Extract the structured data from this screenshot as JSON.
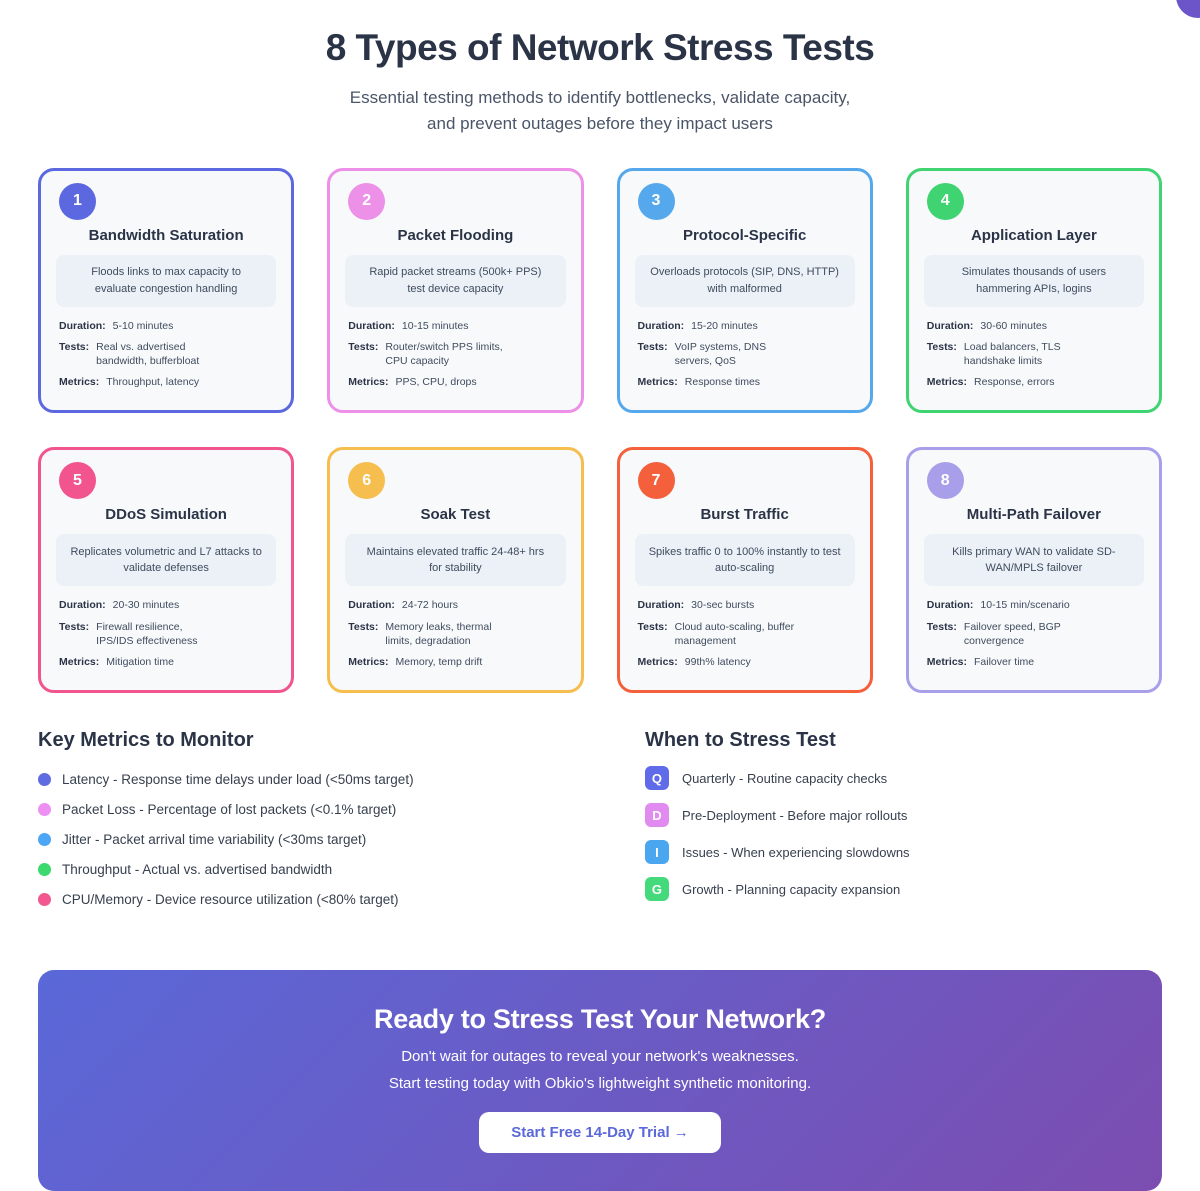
{
  "header": {
    "title": "8 Types of Network Stress Tests",
    "subtitle_line1": "Essential testing methods to identify bottlenecks, validate capacity,",
    "subtitle_line2": "and prevent outages before they impact users"
  },
  "labels": {
    "duration": "Duration:",
    "tests": "Tests:",
    "metrics": "Metrics:"
  },
  "cards": [
    {
      "number": "1",
      "color": "#5b68e0",
      "title": "Bandwidth Saturation",
      "description": "Floods links to max capacity to evaluate congestion handling",
      "duration": "5-10 minutes",
      "tests": "Real vs. advertised bandwidth, bufferbloat",
      "metrics": "Throughput, latency"
    },
    {
      "number": "2",
      "color": "#ec90e8",
      "title": "Packet Flooding",
      "description": "Rapid packet streams (500k+ PPS) test device capacity",
      "duration": "10-15 minutes",
      "tests": "Router/switch PPS limits, CPU capacity",
      "metrics": "PPS, CPU, drops"
    },
    {
      "number": "3",
      "color": "#55a8ec",
      "title": "Protocol-Specific",
      "description": "Overloads protocols (SIP, DNS, HTTP) with malformed",
      "duration": "15-20 minutes",
      "tests": "VoIP systems, DNS servers, QoS",
      "metrics": "Response times"
    },
    {
      "number": "4",
      "color": "#3fd471",
      "title": "Application Layer",
      "description": "Simulates thousands of users hammering APIs, logins",
      "duration": "30-60 minutes",
      "tests": "Load balancers, TLS handshake limits",
      "metrics": "Response, errors"
    },
    {
      "number": "5",
      "color": "#f2548d",
      "title": "DDoS Simulation",
      "description": "Replicates volumetric and L7 attacks to validate defenses",
      "duration": "20-30 minutes",
      "tests": "Firewall resilience, IPS/IDS effectiveness",
      "metrics": "Mitigation time"
    },
    {
      "number": "6",
      "color": "#f6be4e",
      "title": "Soak Test",
      "description": "Maintains elevated traffic 24-48+ hrs for stability",
      "duration": "24-72 hours",
      "tests": "Memory leaks, thermal limits, degradation",
      "metrics": "Memory, temp drift"
    },
    {
      "number": "7",
      "color": "#f4603c",
      "title": "Burst Traffic",
      "description": "Spikes traffic 0 to 100% instantly to test auto-scaling",
      "duration": "30-sec bursts",
      "tests": "Cloud auto-scaling, buffer management",
      "metrics": "99th% latency"
    },
    {
      "number": "8",
      "color": "#a79fea",
      "title": "Multi-Path Failover",
      "description": "Kills primary WAN to validate SD-WAN/MPLS failover",
      "duration": "10-15 min/scenario",
      "tests": "Failover speed, BGP convergence",
      "metrics": "Failover time"
    }
  ],
  "key_metrics": {
    "heading": "Key Metrics to Monitor",
    "items": [
      {
        "color": "#5f6be0",
        "text": "Latency - Response time delays under load (<50ms target)"
      },
      {
        "color": "#ee8ff2",
        "text": "Packet Loss - Percentage of lost packets (<0.1% target)"
      },
      {
        "color": "#4ba6f5",
        "text": "Jitter - Packet arrival time variability (<30ms target)"
      },
      {
        "color": "#3bd96e",
        "text": "Throughput - Actual vs. advertised bandwidth"
      },
      {
        "color": "#f2578f",
        "text": "CPU/Memory - Device resource utilization (<80% target)"
      }
    ]
  },
  "when_to_test": {
    "heading": "When to Stress Test",
    "items": [
      {
        "letter": "Q",
        "color": "#5f6be8",
        "text": "Quarterly - Routine capacity checks"
      },
      {
        "letter": "D",
        "color": "#e18bf0",
        "text": "Pre-Deployment - Before major rollouts"
      },
      {
        "letter": "I",
        "color": "#4ba6f0",
        "text": "Issues - When experiencing slowdowns"
      },
      {
        "letter": "G",
        "color": "#44d97b",
        "text": "Growth - Planning capacity expansion"
      }
    ]
  },
  "cta": {
    "title": "Ready to Stress Test Your Network?",
    "line1": "Don't wait for outages to reveal your network's weaknesses.",
    "line2": "Start testing today with Obkio's lightweight synthetic monitoring.",
    "button_label": "Start Free 14-Day Trial →",
    "gradient": "linear-gradient(135deg, #5a68d8 0%, #7c4db0 100%)"
  }
}
